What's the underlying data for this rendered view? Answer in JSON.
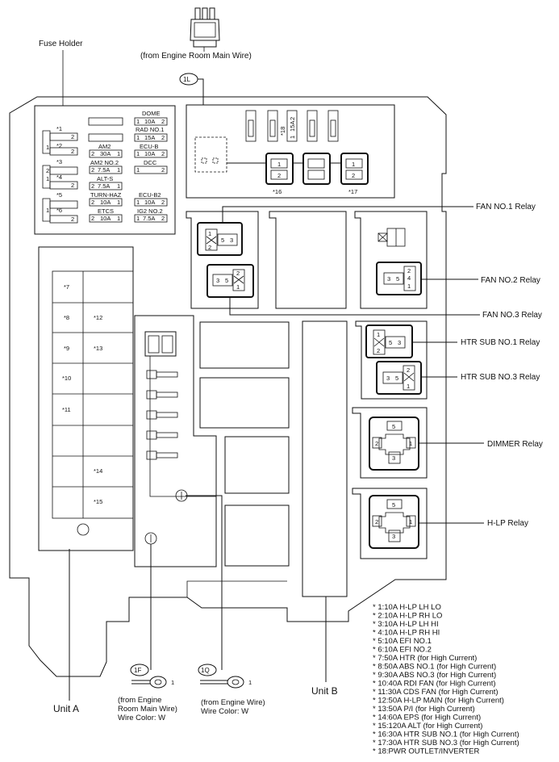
{
  "labels": {
    "fuse_holder": "Fuse Holder",
    "top_conn_src": "(from Engine Room Main Wire)",
    "conn_1l": "1L",
    "conn_1f": "1F",
    "conn_1q": "1Q",
    "pin_1": "1",
    "src_1f_a": "(from Engine",
    "src_1f_b": "Room Main Wire)",
    "src_1f_c": "Wire Color: W",
    "src_1q_a": "(from Engine Wire)",
    "src_1q_b": "Wire Color: W",
    "unit_a": "Unit A",
    "unit_b": "Unit B",
    "star16": "*16",
    "star17": "*17"
  },
  "relays": {
    "fan1": "FAN NO.1 Relay",
    "fan2": "FAN NO.2 Relay",
    "fan3": "FAN NO.3 Relay",
    "htr1": "HTR SUB NO.1 Relay",
    "htr3": "HTR SUB NO.3 Relay",
    "dimmer": "DIMMER Relay",
    "hlp": "H-LP Relay"
  },
  "fuse_holder": {
    "left": [
      "*1",
      "*2",
      "*3",
      "*4",
      "*5",
      "*6"
    ],
    "side_1": "1",
    "side_2": "2",
    "dome": {
      "name": "DOME",
      "a": "1",
      "b": "10A",
      "c": "2"
    },
    "radno1": {
      "name": "RAD NO.1",
      "a": "1",
      "b": "15A",
      "c": "2"
    },
    "am2": {
      "name": "AM2",
      "a": "2",
      "b": "30A",
      "c": "1"
    },
    "ecub": {
      "name": "ECU-B",
      "a": "1",
      "b": "10A",
      "c": "2"
    },
    "am2no2": {
      "name": "AM2 NO.2",
      "a": "2",
      "b": "7.5A",
      "c": "1"
    },
    "dcc": {
      "name": "DCC",
      "a": "1",
      "c": "2"
    },
    "alts": {
      "name": "ALT-S",
      "a": "2",
      "b": "7.5A",
      "c": "1"
    },
    "turnhaz": {
      "name": "TURN-HAZ",
      "a": "2",
      "b": "10A",
      "c": "1"
    },
    "ecub2": {
      "name": "ECU-B2",
      "a": "1",
      "b": "10A",
      "c": "2"
    },
    "etcs": {
      "name": "ETCS",
      "a": "2",
      "b": "10A",
      "c": "1"
    },
    "ig2no2": {
      "name": "IG2 NO.2",
      "a": "1",
      "b": "7.5A",
      "c": "2"
    }
  },
  "top_fuse": {
    "a": "*18",
    "b": "15A",
    "c": "1",
    "d": "2"
  },
  "unit_a": {
    "left": [
      "*7",
      "*8",
      "*9",
      "*10",
      "*11"
    ],
    "right": [
      "*12",
      "*13",
      "*14",
      "*15"
    ]
  },
  "pins": {
    "p1": "1",
    "p2": "2",
    "p3": "3",
    "p4": "4",
    "p5": "5"
  },
  "notes": [
    "* 1:10A H-LP LH LO",
    "* 2:10A H-LP RH LO",
    "* 3:10A H-LP LH HI",
    "* 4:10A H-LP RH HI",
    "* 5:10A EFI NO.1",
    "* 6:10A EFI NO.2",
    "* 7:50A HTR (for High Current)",
    "* 8:50A ABS NO.1 (for High Current)",
    "* 9:30A ABS NO.3 (for High Current)",
    "* 10:40A RDI FAN (for High Current)",
    "* 11:30A CDS FAN (for High Current)",
    "* 12:50A H-LP MAIN (for High Current)",
    "* 13:50A P/I (for High Current)",
    "* 14:60A EPS (for High Current)",
    "* 15:120A ALT (for High Current)",
    "* 16:30A HTR SUB NO.1 (for High Current)",
    "* 17:30A HTR SUB NO.3 (for High Current)",
    "* 18:PWR OUTLET/INVERTER"
  ]
}
